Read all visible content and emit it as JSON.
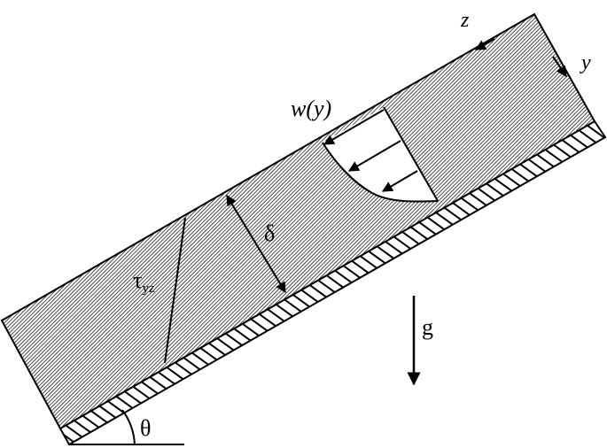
{
  "labels": {
    "z_axis": "z",
    "y_axis": "y",
    "velocity_profile": "w(y)",
    "film_thickness": "δ",
    "shear_stress_symbol": "τ",
    "shear_stress_subscript": "yz",
    "gravity": "g",
    "incline_angle": "θ"
  },
  "icons": {
    "gravity_arrow": "arrow-down-icon",
    "thickness_arrow": "double-arrow-icon",
    "axis_arrows": "arrow-icon"
  },
  "colors": {
    "ink": "#000000",
    "background": "#ffffff"
  }
}
